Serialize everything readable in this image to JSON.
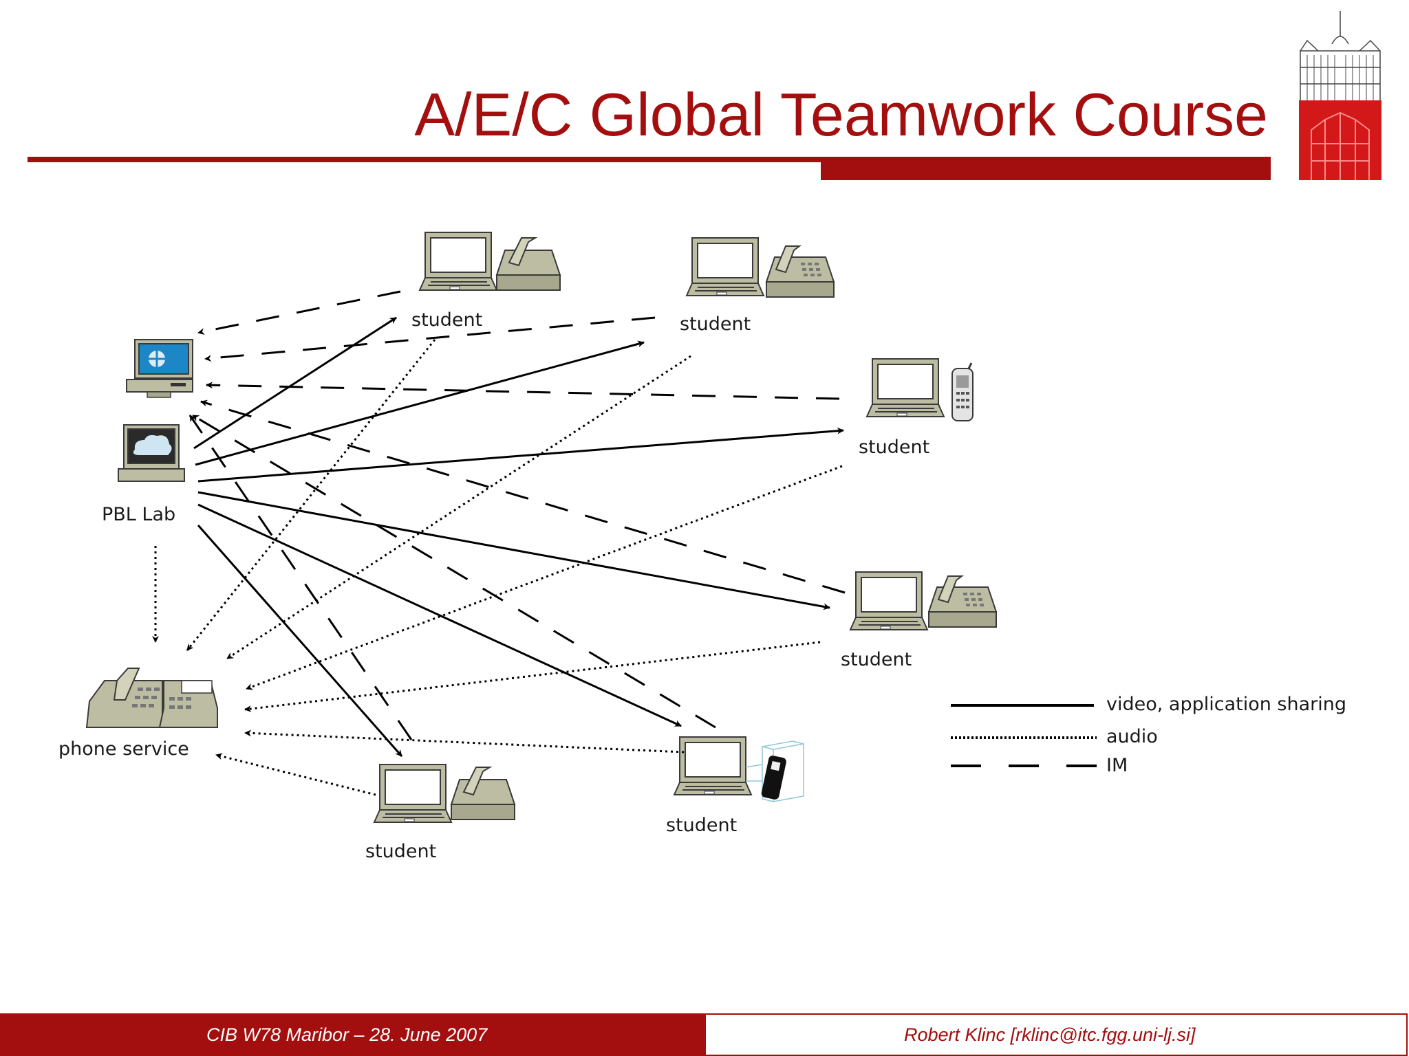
{
  "slide": {
    "title": "A/E/C Global Teamwork Course"
  },
  "diagram": {
    "nodes": {
      "pbl_lab": "PBL Lab",
      "phone_service": "phone service",
      "student_top_center": "student",
      "student_top_right": "student",
      "student_right_upper": "student",
      "student_right_lower": "student",
      "student_bottom_center": "student",
      "student_bottom_left": "student"
    },
    "legend": {
      "solid": "video, application sharing",
      "dotted": "audio",
      "dashed": "IM"
    }
  },
  "footer": {
    "left": "CIB W78 Maribor – 28. June 2007",
    "right": "Robert Klinc [rklinc@itc.fgg.uni-lj.si]"
  },
  "colors": {
    "brand_red": "#a30e0e",
    "device_gray": "#b8b89a"
  }
}
